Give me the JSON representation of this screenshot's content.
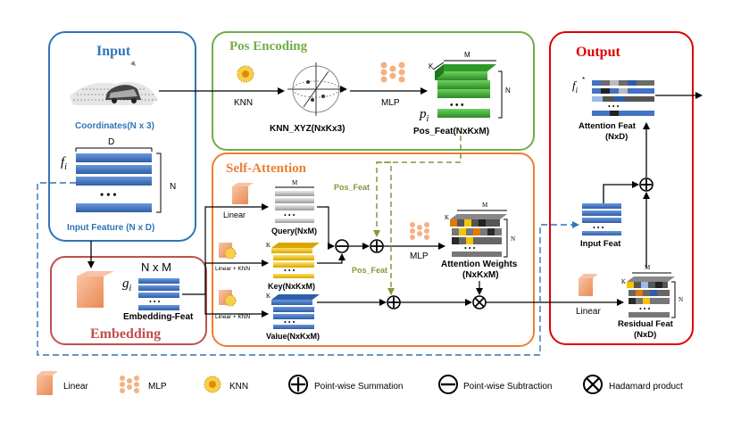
{
  "panels": {
    "input": "Input",
    "pos_encoding": "Pos Encoding",
    "self_attention": "Self-Attention",
    "embedding": "Embedding",
    "output": "Output"
  },
  "labels": {
    "coordinates": "Coordinates(N x 3)",
    "input_feature": "Input Feature (N x D)",
    "fi": "f",
    "fi_sub": "i",
    "D": "D",
    "N": "N",
    "knn": "KNN",
    "knn_xyz": "KNN_XYZ(NxKx3)",
    "mlp": "MLP",
    "pos_feat": "Pos_Feat(NxKxM)",
    "pi": "p",
    "pi_sub": "i",
    "K": "K",
    "M": "M",
    "pos_feat_arrow1": "Pos_Feat",
    "pos_feat_arrow2": "Pos_Feat",
    "linear": "Linear",
    "linear_knn": "Linear + KNN",
    "query": "Query(NxM)",
    "key": "Key(NxKxM)",
    "value": "Value(NxKxM)",
    "attention_weights": "Attention Weights",
    "attention_weights_dim": "(NxKxM)",
    "gi": "g",
    "gi_sub": "i",
    "n_x_m": "N x M",
    "embedding_feat": "Embedding-Feat",
    "fi_star": "f",
    "attention_feat": "Attention Feat",
    "attention_feat_dim": "(NxD)",
    "input_feat": "Input Feat",
    "residual_feat": "Residual Feat",
    "residual_feat_dim": "(NxD)",
    "linear_out": "Linear",
    "dots": "• • •"
  },
  "legend": {
    "linear": "Linear",
    "mlp": "MLP",
    "knn": "KNN",
    "sum": "Point-wise Summation",
    "sub": "Point-wise Subtraction",
    "hadamard": "Hadamard product"
  },
  "colors": {
    "input_border": "#2e75b6",
    "input_title": "#2e75b6",
    "pos_border": "#70ad47",
    "pos_title": "#70ad47",
    "sa_border": "#ed7d31",
    "sa_title": "#ed7d31",
    "emb_border": "#c0504d",
    "emb_title": "#c0504d",
    "out_border": "#e00000",
    "out_title": "#e00000",
    "blue_layer": "#4472c4",
    "green_layer": "#3aa835",
    "yellow_layer": "#f5c400",
    "gray_layer": "#b8b8b8",
    "orange_box": "#f4a982",
    "label_blue": "#2e75b6"
  }
}
